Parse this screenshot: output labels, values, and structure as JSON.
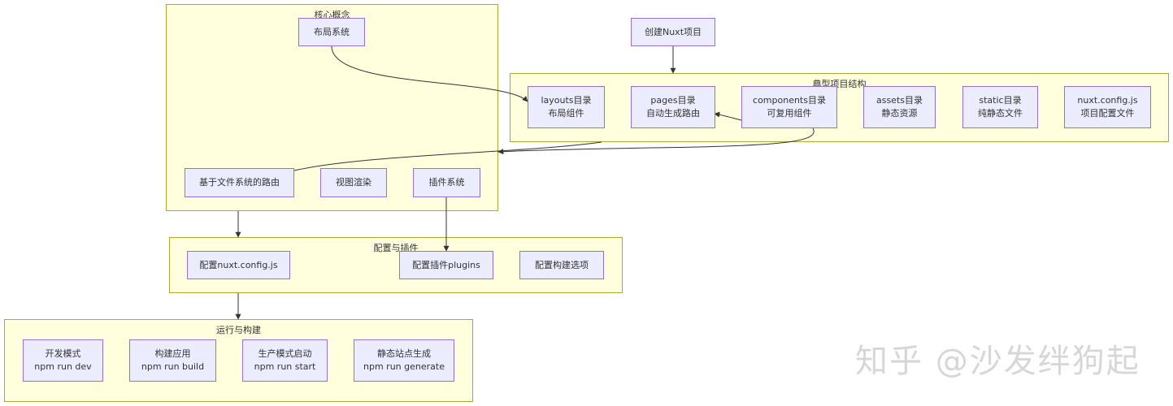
{
  "clusters": {
    "core": "核心概念",
    "structure": "典型项目结构",
    "config": "配置与插件",
    "run": "运行与构建"
  },
  "nodes": {
    "create": "创建Nuxt项目",
    "layout_system": "布局系统",
    "file_routing": "基于文件系统的路由",
    "view_render": "视图渲染",
    "plugin_system": "插件系统",
    "layouts_dir": [
      "layouts目录",
      "布局组件"
    ],
    "pages_dir": [
      "pages目录",
      "自动生成路由"
    ],
    "components_dir": [
      "components目录",
      "可复用组件"
    ],
    "assets_dir": [
      "assets目录",
      "静态资源"
    ],
    "static_dir": [
      "static目录",
      "纯静态文件"
    ],
    "nuxt_config_file": [
      "nuxt.config.js",
      "项目配置文件"
    ],
    "config_nuxt": "配置nuxt.config.js",
    "config_plugins": "配置插件plugins",
    "config_build": "配置构建选项",
    "dev_mode": [
      "开发模式",
      "npm run dev"
    ],
    "build_app": [
      "构建应用",
      "npm run build"
    ],
    "prod_start": [
      "生产模式启动",
      "npm run start"
    ],
    "static_gen": [
      "静态站点生成",
      "npm run generate"
    ]
  },
  "watermark": "知乎 @沙发绊狗起",
  "colors": {
    "cluster_fill": "#ffffde",
    "cluster_border": "#aaaa33",
    "node_fill": "#ececff",
    "node_border": "#9370db",
    "edge": "#333333"
  }
}
